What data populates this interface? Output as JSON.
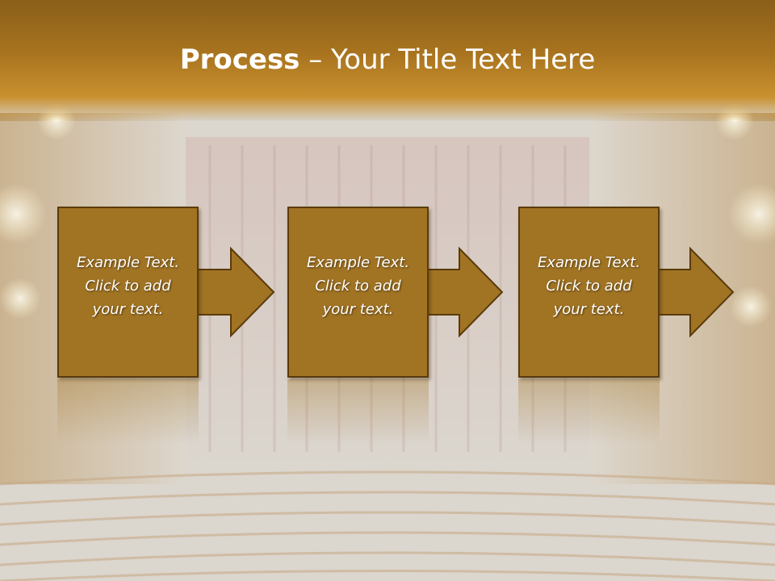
{
  "title": {
    "bold": "Process",
    "rest": " – Your Title Text Here"
  },
  "steps": [
    {
      "line1": "Example Text.",
      "line2": "Click  to add",
      "line3": "your text."
    },
    {
      "line1": "Example Text.",
      "line2": "Click  to add",
      "line3": "your text."
    },
    {
      "line1": "Example Text.",
      "line2": "Click  to add",
      "line3": "your text."
    }
  ],
  "colors": {
    "box_fill": "#a17424",
    "box_border": "#5b3b0b",
    "title_band": "#a9741f"
  }
}
